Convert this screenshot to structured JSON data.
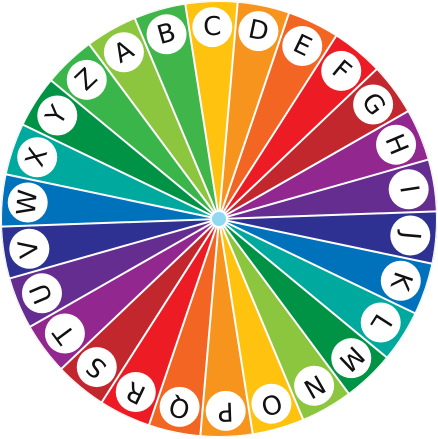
{
  "wheel": {
    "letters": [
      "A",
      "B",
      "C",
      "D",
      "E",
      "F",
      "G",
      "H",
      "I",
      "J",
      "K",
      "L",
      "M",
      "N",
      "O",
      "P",
      "Q",
      "R",
      "S",
      "T",
      "U",
      "V",
      "W",
      "X",
      "Y",
      "Z"
    ],
    "segment_colors": [
      "#8cc63e",
      "#3fb54a",
      "#ffc20e",
      "#f7941d",
      "#f26522",
      "#ed1c24",
      "#c1272d",
      "#92278f",
      "#662d91",
      "#2e3192",
      "#0072bc",
      "#00a99d",
      "#009245",
      "#8cc63e",
      "#ffc20e",
      "#f7941d",
      "#f26522",
      "#ed1c24",
      "#c1272d",
      "#92278f",
      "#662d91",
      "#2e3192",
      "#0072bc",
      "#00a99d",
      "#009245",
      "#39b54a"
    ],
    "hub_color": "#8fd9f5",
    "divider_color": "#ffffff",
    "rim_color": "#ffffff",
    "label_circle_color": "#ffffff",
    "label_text_color": "#111111"
  }
}
